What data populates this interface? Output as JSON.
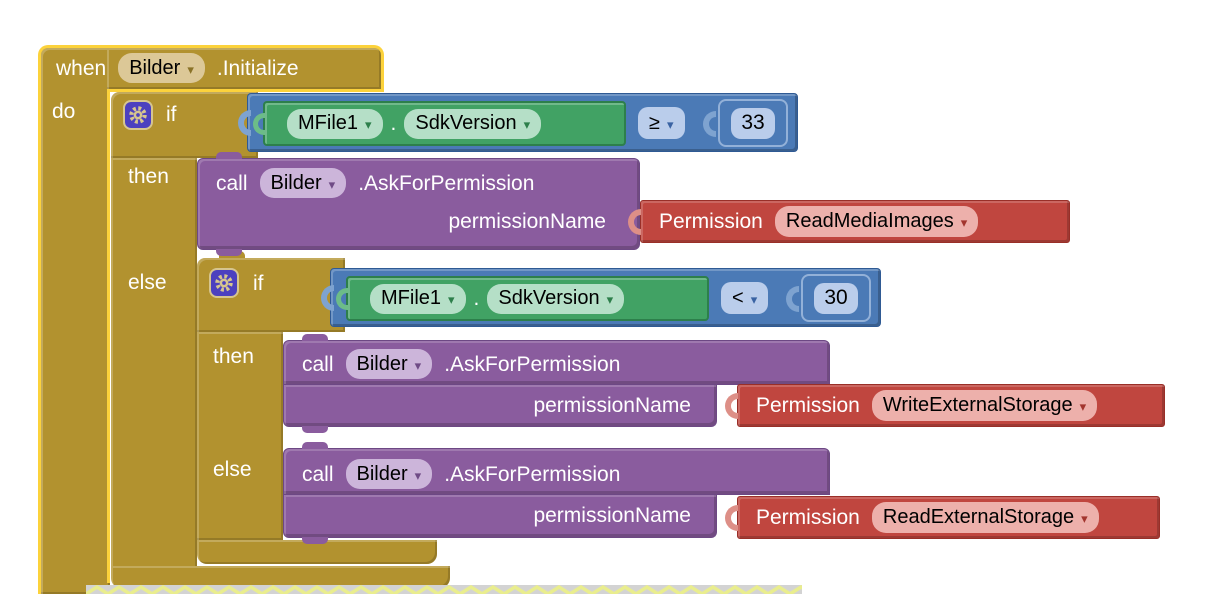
{
  "icons": {
    "dropdown_arrow": "▾"
  },
  "when_block": {
    "keyword": "when",
    "component": "Bilder",
    "event": ".Initialize",
    "do_label": "do"
  },
  "if_outer": {
    "if_label": "if",
    "then_label": "then",
    "else_label": "else"
  },
  "if_inner": {
    "if_label": "if",
    "then_label": "then",
    "else_label": "else"
  },
  "condition_outer": {
    "component": "MFile1",
    "dot": ".",
    "property": "SdkVersion",
    "operator": "≥",
    "value": "33"
  },
  "condition_inner": {
    "component": "MFile1",
    "dot": ".",
    "property": "SdkVersion",
    "operator": "<",
    "value": "30"
  },
  "call_then_outer": {
    "keyword": "call",
    "component": "Bilder",
    "method": ".AskForPermission",
    "param": "permissionName"
  },
  "call_then_inner": {
    "keyword": "call",
    "component": "Bilder",
    "method": ".AskForPermission",
    "param": "permissionName"
  },
  "call_else_inner": {
    "keyword": "call",
    "component": "Bilder",
    "method": ".AskForPermission",
    "param": "permissionName"
  },
  "permission_then_outer": {
    "label": "Permission",
    "value": "ReadMediaImages"
  },
  "permission_then_inner": {
    "label": "Permission",
    "value": "WriteExternalStorage"
  },
  "permission_else_inner": {
    "label": "Permission",
    "value": "ReadExternalStorage"
  },
  "colors": {
    "gold": "#b2922f",
    "selection_yellow": "#fcd23b",
    "purple": "#8a5c9e",
    "red": "#c0463f",
    "blue": "#4b7ab6",
    "green": "#41a264",
    "gear_indigo": "#4c40bf"
  }
}
